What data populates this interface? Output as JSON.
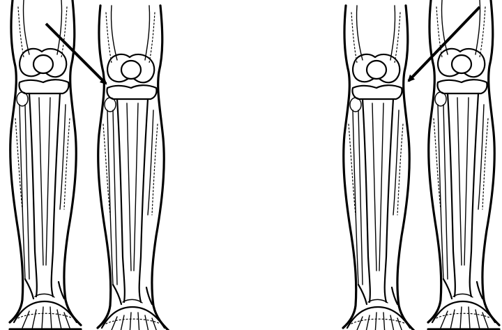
{
  "figure": {
    "background": "#ffffff",
    "ink": "#000000",
    "panels": [
      {
        "name": "left-pair",
        "arrow_target": "right-leg-knee"
      },
      {
        "name": "right-pair",
        "arrow_target": "left-leg-knee"
      }
    ]
  }
}
